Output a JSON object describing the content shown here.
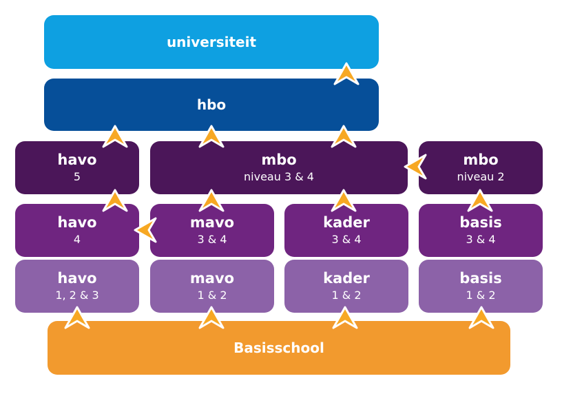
{
  "colors": {
    "universiteit": "#0ea0e1",
    "hbo": "#064f99",
    "dark_purple": "#4b1659",
    "mid_purple": "#6f2580",
    "light_purple": "#8c62a8",
    "orange": "#f29a2e",
    "arrow_orange": "#f7a823",
    "arrow_outline": "#ffffff"
  },
  "levels": {
    "universiteit": {
      "title": "universiteit"
    },
    "hbo": {
      "title": "hbo"
    },
    "havo5": {
      "title": "havo",
      "sub": "5"
    },
    "mbo34": {
      "title": "mbo",
      "sub": "niveau 3 & 4"
    },
    "mbo2": {
      "title": "mbo",
      "sub": "niveau 2"
    },
    "havo4": {
      "title": "havo",
      "sub": "4"
    },
    "mavo34": {
      "title": "mavo",
      "sub": "3 & 4"
    },
    "kader34": {
      "title": "kader",
      "sub": "3 & 4"
    },
    "basis34": {
      "title": "basis",
      "sub": "3 & 4"
    },
    "havo123": {
      "title": "havo",
      "sub": "1, 2 & 3"
    },
    "mavo12": {
      "title": "mavo",
      "sub": "1 & 2"
    },
    "kader12": {
      "title": "kader",
      "sub": "1 & 2"
    },
    "basis12": {
      "title": "basis",
      "sub": "1 & 2"
    },
    "basisschool": {
      "title": "Basisschool"
    }
  },
  "arrows": [
    {
      "from": "hbo",
      "to": "universiteit",
      "direction": "up"
    },
    {
      "from": "havo5",
      "to": "hbo",
      "direction": "up"
    },
    {
      "from": "mbo34",
      "to": "hbo",
      "direction": "up"
    },
    {
      "from": "mbo34",
      "to": "hbo",
      "direction": "up"
    },
    {
      "from": "mbo2",
      "to": "mbo34",
      "direction": "left"
    },
    {
      "from": "havo4",
      "to": "havo5",
      "direction": "up"
    },
    {
      "from": "mavo34",
      "to": "mbo34",
      "direction": "up"
    },
    {
      "from": "kader34",
      "to": "mbo34",
      "direction": "up"
    },
    {
      "from": "basis34",
      "to": "mbo2",
      "direction": "up"
    },
    {
      "from": "mavo34",
      "to": "havo4",
      "direction": "left"
    },
    {
      "from": "basisschool",
      "to": "havo123",
      "direction": "up"
    },
    {
      "from": "basisschool",
      "to": "mavo12",
      "direction": "up"
    },
    {
      "from": "basisschool",
      "to": "kader12",
      "direction": "up"
    },
    {
      "from": "basisschool",
      "to": "basis12",
      "direction": "up"
    }
  ]
}
